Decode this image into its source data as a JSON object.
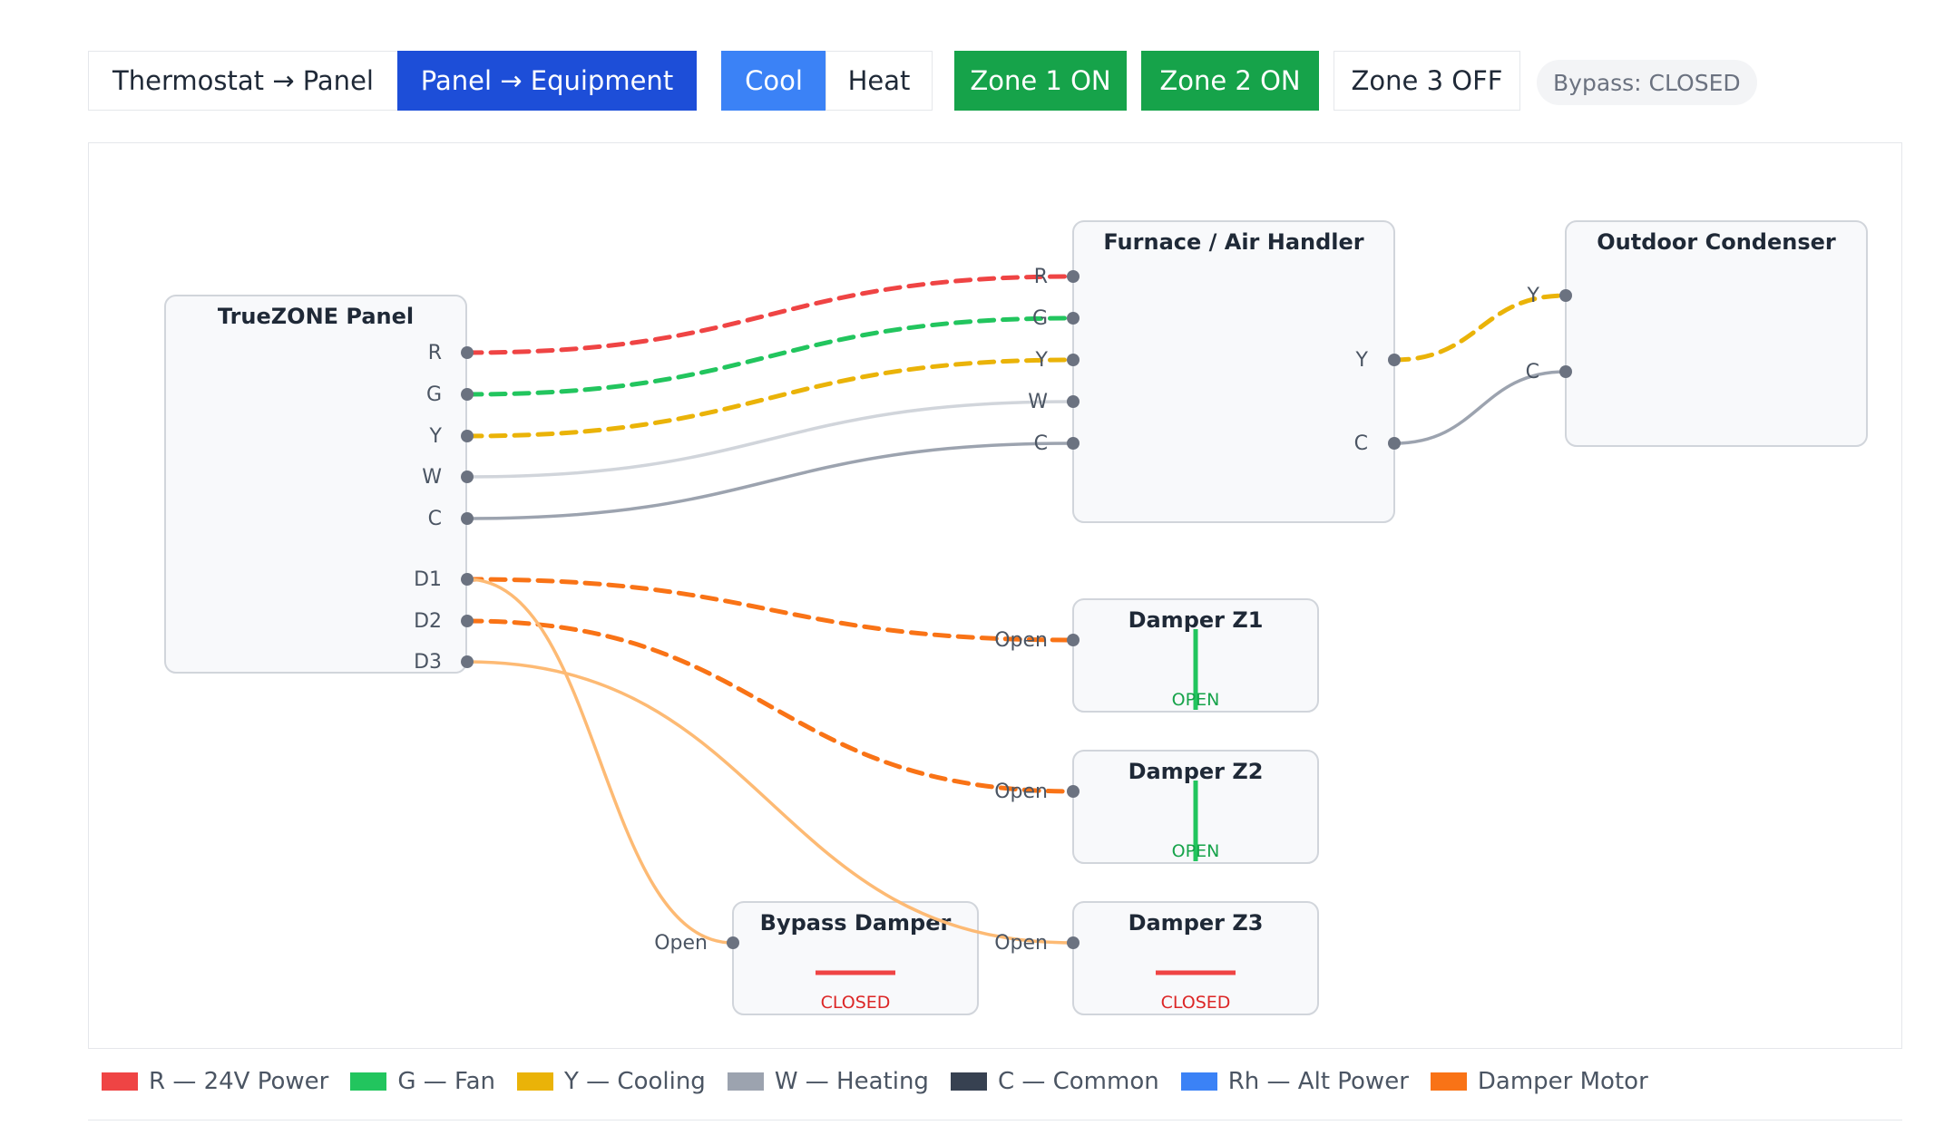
{
  "toolbar": {
    "view_thermostat_panel": "Thermostat → Panel",
    "view_panel_equipment": "Panel → Equipment",
    "mode_cool": "Cool",
    "mode_heat": "Heat",
    "zone1": "Zone 1 ON",
    "zone2": "Zone 2 ON",
    "zone3": "Zone 3 OFF",
    "bypass_status": "Bypass: CLOSED"
  },
  "colors": {
    "R": "#ef4444",
    "G": "#22c55e",
    "Y": "#eab308",
    "W": "#d1d5db",
    "C": "#9ca3af",
    "Damper": "#f97316",
    "DamperIdle": "#fdba74",
    "Rh": "#3b82f6",
    "active_blue": "#1d4ed8",
    "zone_on": "#16a34a"
  },
  "panel": {
    "title": "TrueZONE Panel",
    "terminals": [
      "R",
      "G",
      "Y",
      "W",
      "C",
      "D1",
      "D2",
      "D3"
    ]
  },
  "furnace": {
    "title": "Furnace / Air Handler",
    "left_terminals": [
      "R",
      "G",
      "Y",
      "W",
      "C"
    ],
    "right_terminals": [
      "Y",
      "C"
    ]
  },
  "condenser": {
    "title": "Outdoor Condenser",
    "terminals": [
      "Y",
      "C"
    ]
  },
  "dampers": [
    {
      "title": "Damper Z1",
      "port": "Open",
      "state": "OPEN"
    },
    {
      "title": "Damper Z2",
      "port": "Open",
      "state": "OPEN"
    },
    {
      "title": "Damper Z3",
      "port": "Open",
      "state": "CLOSED"
    }
  ],
  "bypass": {
    "title": "Bypass Damper",
    "port": "Open",
    "state": "CLOSED"
  },
  "legend": [
    {
      "label": "R — 24V Power",
      "color": "#ef4444"
    },
    {
      "label": "G — Fan",
      "color": "#22c55e"
    },
    {
      "label": "Y — Cooling",
      "color": "#eab308"
    },
    {
      "label": "W — Heating",
      "color": "#9ca3af"
    },
    {
      "label": "C — Common",
      "color": "#374151"
    },
    {
      "label": "Rh — Alt Power",
      "color": "#3b82f6"
    },
    {
      "label": "Damper Motor",
      "color": "#f97316"
    }
  ]
}
